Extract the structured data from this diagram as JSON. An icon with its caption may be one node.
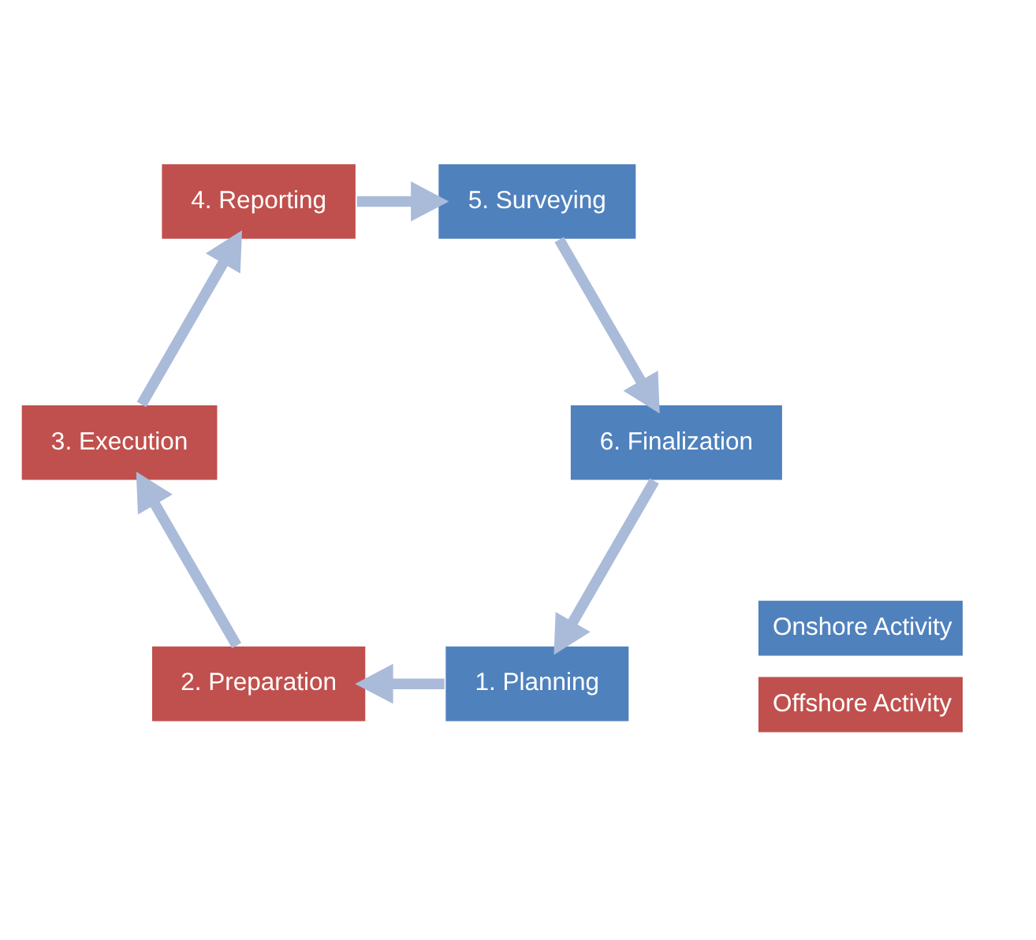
{
  "diagram": {
    "nodes": [
      {
        "text": [
          "1. Planning"
        ]
      },
      {
        "text": [
          "2. Preparation"
        ]
      },
      {
        "text": [
          "3. Execution"
        ]
      },
      {
        "text": [
          "4. Reporting"
        ]
      },
      {
        "text": [
          "5. Surveying"
        ]
      },
      {
        "text": [
          "6. Finalization"
        ]
      }
    ],
    "edges": [
      {
        "from": 0,
        "to": 1,
        "arrow": "to"
      },
      {
        "from": 1,
        "to": 2,
        "arrow": "to"
      },
      {
        "from": 2,
        "to": 3,
        "arrow": "to"
      },
      {
        "from": 3,
        "to": 4,
        "arrow": "to"
      },
      {
        "from": 4,
        "to": 5,
        "arrow": "to"
      },
      {
        "from": 5,
        "to": 0,
        "arrow": "to"
      }
    ],
    "legend": [
      {
        "text": "Onshore Activity",
        "color": "#4f81bd"
      },
      {
        "text": "Offshore Activity",
        "color": "#c0504d"
      }
    ]
  }
}
